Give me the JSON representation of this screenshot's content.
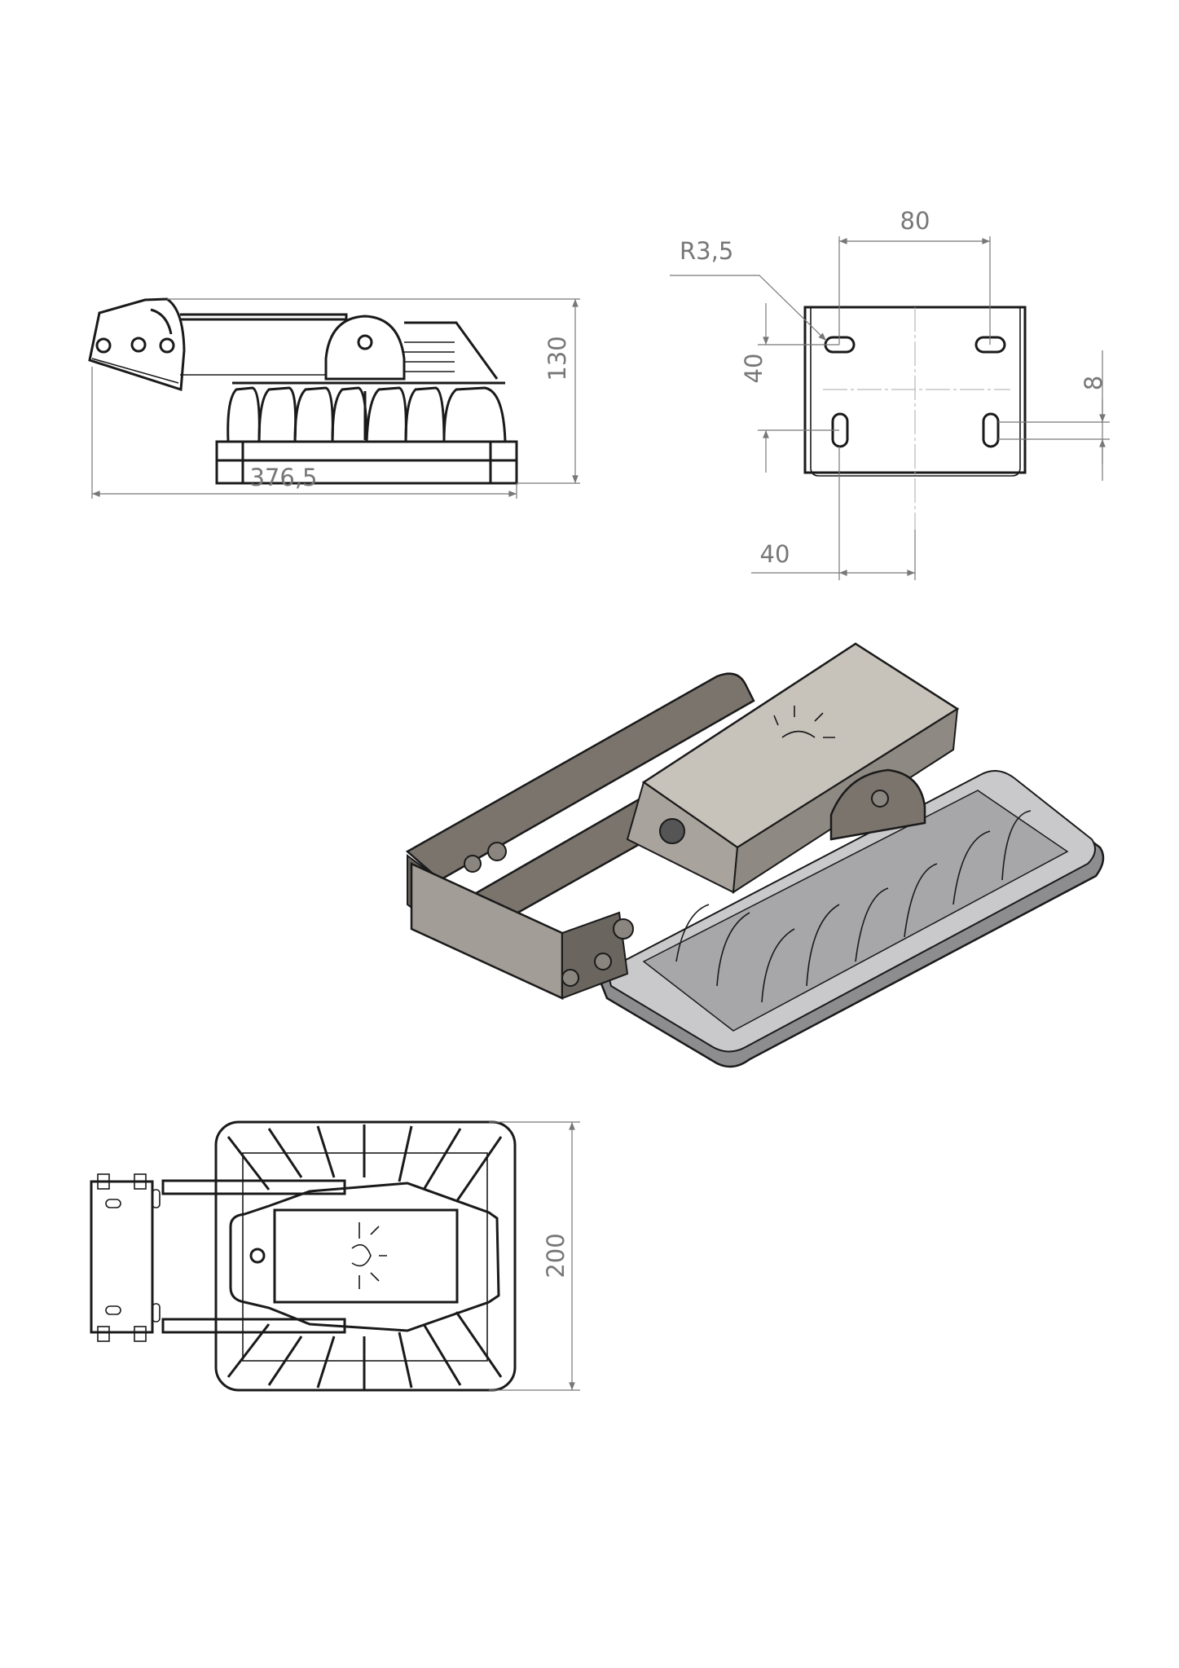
{
  "side_view": {
    "width_dim": "376,5",
    "height_dim": "130"
  },
  "bracket_view": {
    "radius_dim": "R3,5",
    "hole_spacing_h": "80",
    "hole_spacing_v": "40",
    "offset_dim": "40",
    "slot_dim": "8"
  },
  "top_view": {
    "height_dim": "200"
  },
  "colors": {
    "line": "#1a1a1a",
    "dimension": "#777777",
    "metal": "#b9b5ae",
    "housing": "#8d8d90"
  }
}
